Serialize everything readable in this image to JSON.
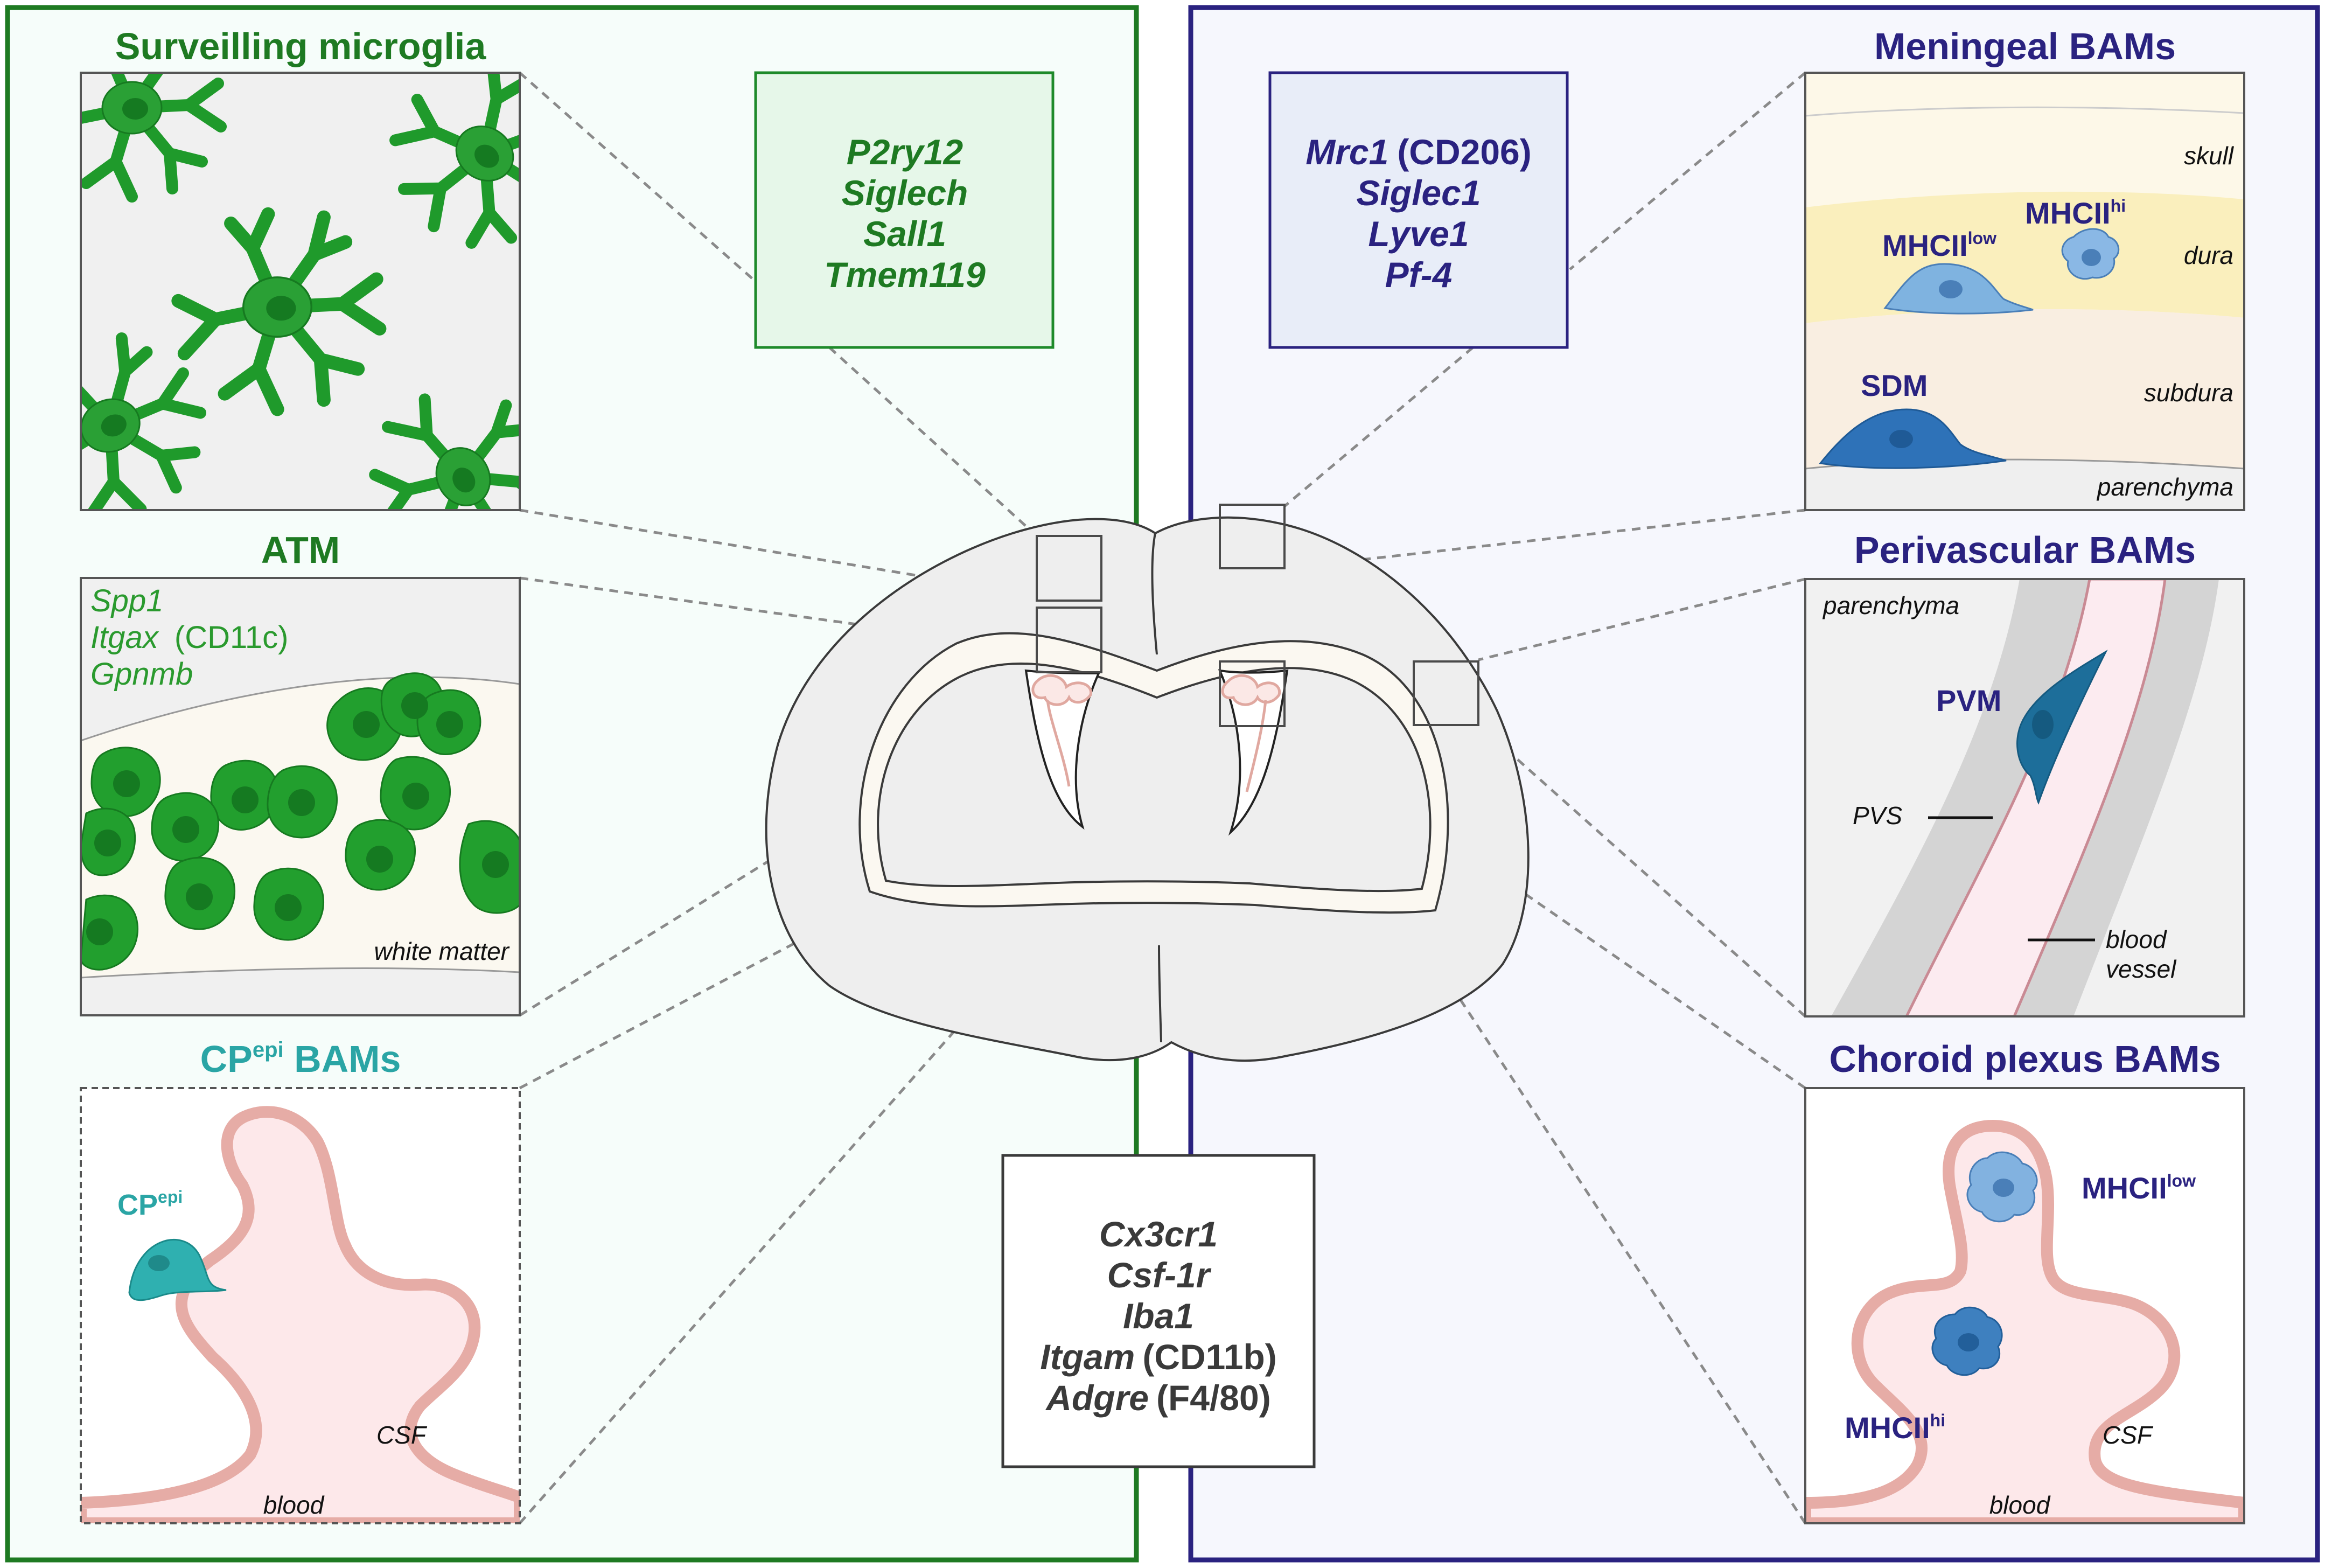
{
  "colors": {
    "microglia_green": "#1e8a2a",
    "bam_navy": "#2a2280",
    "cp_teal": "#2aa5a5",
    "neutral_text": "#3a3a3a"
  },
  "left_panel": {
    "surveilling": {
      "title": "Surveilling microglia"
    },
    "atm": {
      "title": "ATM",
      "markers": [
        {
          "gene": "Spp1",
          "protein": ""
        },
        {
          "gene": "Itgax",
          "protein": "(CD11c)"
        },
        {
          "gene": "Gpnmb",
          "protein": ""
        }
      ],
      "region_label": "white matter"
    },
    "cp_epi": {
      "title_main": "CP",
      "title_sup": "epi",
      "title_rest": " BAMs",
      "cell_label_main": "CP",
      "cell_label_sup": "epi",
      "label_csf": "CSF",
      "label_blood": "blood"
    },
    "microglia_markers": [
      "P2ry12",
      "Siglech",
      "Sall1",
      "Tmem119"
    ]
  },
  "right_panel": {
    "bam_markers": [
      {
        "gene": "Mrc1",
        "protein": "(CD206)"
      },
      {
        "gene": "Siglec1",
        "protein": ""
      },
      {
        "gene": "Lyve1",
        "protein": ""
      },
      {
        "gene": "Pf-4",
        "protein": ""
      }
    ],
    "meningeal": {
      "title": "Meningeal BAMs",
      "layers": [
        "skull",
        "dura",
        "subdura",
        "parenchyma"
      ],
      "mhc_low_main": "MHCII",
      "mhc_low_sup": "low",
      "mhc_hi_main": "MHCII",
      "mhc_hi_sup": "hi",
      "sdm": "SDM"
    },
    "perivascular": {
      "title": "Perivascular BAMs",
      "parenchyma": "parenchyma",
      "pvm": "PVM",
      "pvs": "PVS",
      "blood_vessel": [
        "blood",
        "vessel"
      ]
    },
    "choroid": {
      "title": "Choroid plexus BAMs",
      "mhc_low_main": "MHCII",
      "mhc_low_sup": "low",
      "mhc_hi_main": "MHCII",
      "mhc_hi_sup": "hi",
      "label_csf": "CSF",
      "label_blood": "blood"
    }
  },
  "common_markers": [
    {
      "gene": "Cx3cr1",
      "protein": ""
    },
    {
      "gene": "Csf-1r",
      "protein": ""
    },
    {
      "gene": "Iba1",
      "protein": ""
    },
    {
      "gene": "Itgam",
      "protein": "(CD11b)"
    },
    {
      "gene": "Adgre",
      "protein": "(F4/80)"
    }
  ]
}
